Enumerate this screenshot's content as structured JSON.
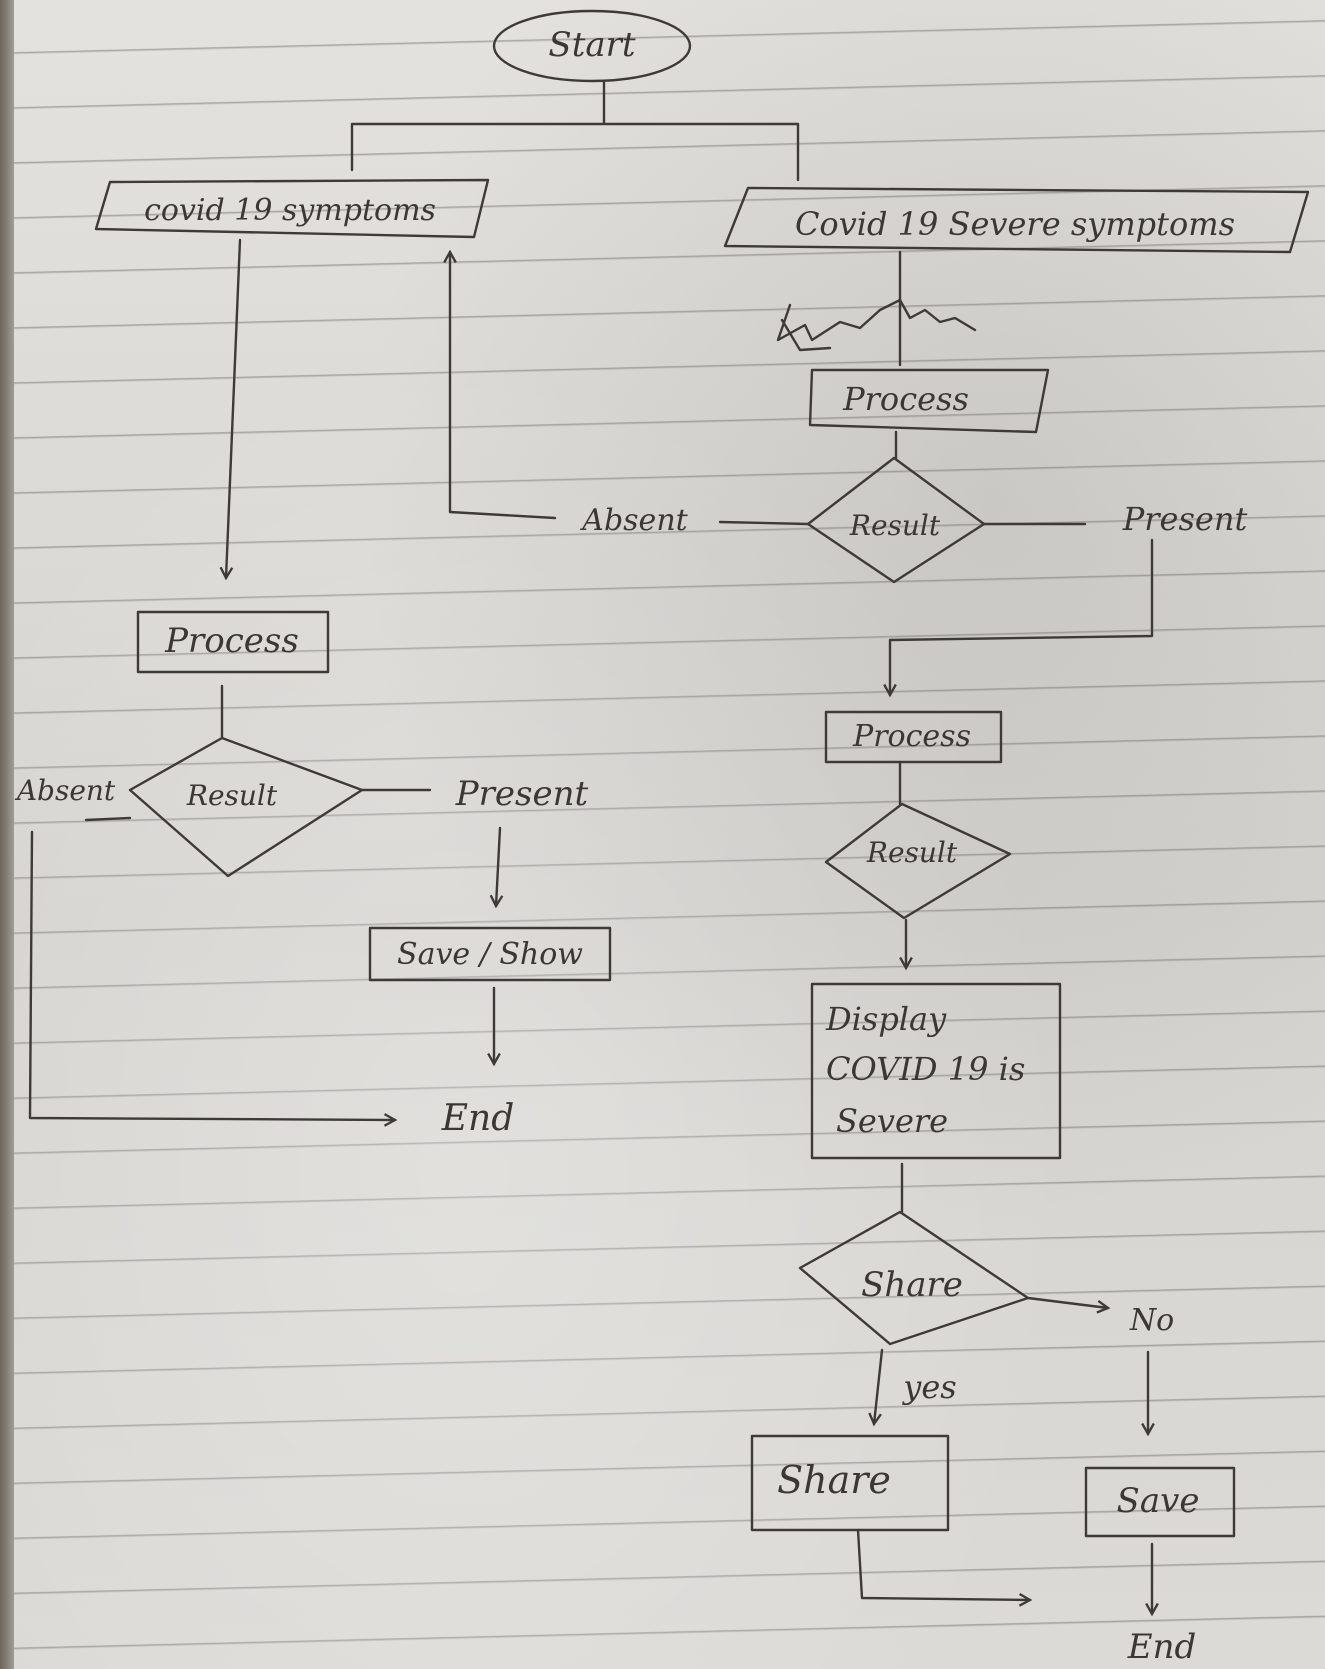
{
  "diagram": {
    "nodes": {
      "start": "Start",
      "symptoms": "covid 19 symptoms",
      "severe_symptoms": "Covid 19 Severe symptoms",
      "process_right_top": "Process",
      "result_right_top": "Result",
      "process_left": "Process",
      "result_left": "Result",
      "save_show": "Save / Show",
      "end_left": "End",
      "process_right_mid": "Process",
      "result_right_mid": "Result",
      "display_line1": "Display",
      "display_line2": "COVID 19 is",
      "display_line3": "Severe",
      "share_decision": "Share",
      "share_box": "Share",
      "save_box": "Save",
      "end_right": "End"
    },
    "edge_labels": {
      "absent_right_top": "Absent",
      "present_right_top": "Present",
      "absent_left": "Absent",
      "present_left": "Present",
      "no": "No",
      "yes": "yes"
    }
  }
}
